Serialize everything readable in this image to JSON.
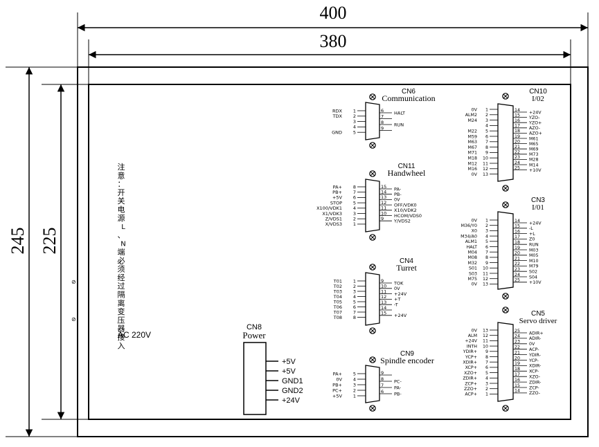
{
  "dimensions": {
    "outer_width": "400",
    "inner_width": "380",
    "outer_height": "245",
    "inner_height": "225"
  },
  "notice": {
    "vertical_text": "注意：开关电源L、N端必须经过隔离变压器接入",
    "voltage": "AC 220V"
  },
  "cn8": {
    "title": "CN8",
    "subtitle": "Power",
    "terminals": [
      "+5V",
      "+5V",
      "GND1",
      "GND2",
      "+24V"
    ]
  },
  "cn6": {
    "title": "CN6",
    "subtitle": "Communication",
    "left": [
      {
        "label": "RDX",
        "num": "1"
      },
      {
        "label": "TDX",
        "num": "2"
      },
      {
        "label": "",
        "num": "3"
      },
      {
        "label": "",
        "num": "4"
      },
      {
        "label": "GND",
        "num": "5"
      }
    ],
    "right": [
      {
        "num": "6",
        "label": "HALT"
      },
      {
        "num": "7",
        "label": ""
      },
      {
        "num": "8",
        "label": "RUN"
      },
      {
        "num": "9",
        "label": ""
      }
    ]
  },
  "cn11": {
    "title": "CN11",
    "subtitle": "Handwheel",
    "left": [
      {
        "label": "PA+",
        "num": "8"
      },
      {
        "label": "PB+",
        "num": "7"
      },
      {
        "label": "+5V",
        "num": "6"
      },
      {
        "label": "STOP",
        "num": "5"
      },
      {
        "label": "X100/VDK1",
        "num": "4"
      },
      {
        "label": "X1/VDK3",
        "num": "3"
      },
      {
        "label": "Z/VDS1",
        "num": "2"
      },
      {
        "label": "X/VDS3",
        "num": "1"
      }
    ],
    "right": [
      {
        "num": "15",
        "label": "PA-"
      },
      {
        "num": "14",
        "label": "PB-"
      },
      {
        "num": "13",
        "label": "0V"
      },
      {
        "num": "12",
        "label": "OFF/VDK0"
      },
      {
        "num": "11",
        "label": "X10/VDK2"
      },
      {
        "num": "10",
        "label": "HCOM/VDS0"
      },
      {
        "num": "9",
        "label": "Y/VDS2"
      }
    ]
  },
  "cn4": {
    "title": "CN4",
    "subtitle": "Turret",
    "left": [
      {
        "label": "T01",
        "num": "1"
      },
      {
        "label": "T02",
        "num": "2"
      },
      {
        "label": "T03",
        "num": "3"
      },
      {
        "label": "T04",
        "num": "4"
      },
      {
        "label": "T05",
        "num": "5"
      },
      {
        "label": "T06",
        "num": "6"
      },
      {
        "label": "T07",
        "num": "7"
      },
      {
        "label": "T08",
        "num": "8"
      }
    ],
    "right": [
      {
        "num": "9",
        "label": "TOK"
      },
      {
        "num": "10",
        "label": "0V"
      },
      {
        "num": "11",
        "label": "+24V"
      },
      {
        "num": "12",
        "label": "+T"
      },
      {
        "num": "13",
        "label": "-T"
      },
      {
        "num": "14",
        "label": ""
      },
      {
        "num": "15",
        "label": "+24V"
      }
    ]
  },
  "cn9": {
    "title": "CN9",
    "subtitle": "Spindle encoder",
    "left": [
      {
        "label": "PA+",
        "num": "5"
      },
      {
        "label": "0V",
        "num": "4"
      },
      {
        "label": "PB+",
        "num": "3"
      },
      {
        "label": "PC+",
        "num": "2"
      },
      {
        "label": "+5V",
        "num": "1"
      }
    ],
    "right": [
      {
        "num": "9",
        "label": ""
      },
      {
        "num": "8",
        "label": "PC-"
      },
      {
        "num": "7",
        "label": "PA-"
      },
      {
        "num": "6",
        "label": "PB-"
      }
    ]
  },
  "cn10": {
    "title": "CN10",
    "subtitle": "I/02",
    "left": [
      {
        "label": "0V",
        "num": "1"
      },
      {
        "label": "ALM2",
        "num": "2"
      },
      {
        "label": "M24",
        "num": "3"
      },
      {
        "label": "",
        "num": "4"
      },
      {
        "label": "M22",
        "num": "5"
      },
      {
        "label": "M59",
        "num": "6"
      },
      {
        "label": "M63",
        "num": "7"
      },
      {
        "label": "M67",
        "num": "8"
      },
      {
        "label": "M71",
        "num": "9"
      },
      {
        "label": "M18",
        "num": "10"
      },
      {
        "label": "M12",
        "num": "11"
      },
      {
        "label": "M16",
        "num": "12"
      },
      {
        "label": "0V",
        "num": "13"
      }
    ],
    "right": [
      {
        "num": "14",
        "label": "+24V"
      },
      {
        "num": "15",
        "label": "YZO-"
      },
      {
        "num": "16",
        "label": "YZO+"
      },
      {
        "num": "17",
        "label": "AZO-"
      },
      {
        "num": "18",
        "label": "AZO+"
      },
      {
        "num": "19",
        "label": "M61"
      },
      {
        "num": "20",
        "label": "M65"
      },
      {
        "num": "21",
        "label": "M69"
      },
      {
        "num": "22",
        "label": "M73"
      },
      {
        "num": "23",
        "label": "M28"
      },
      {
        "num": "24",
        "label": "M14"
      },
      {
        "num": "25",
        "label": "+10V"
      }
    ]
  },
  "cn3": {
    "title": "CN3",
    "subtitle": "I/01",
    "left": [
      {
        "label": "0V",
        "num": "1"
      },
      {
        "label": "M36/Y0",
        "num": "2"
      },
      {
        "label": "X0",
        "num": "3"
      },
      {
        "label": "M34/A0",
        "num": "4"
      },
      {
        "label": "ALM1",
        "num": "5"
      },
      {
        "label": "HALT",
        "num": "6"
      },
      {
        "label": "M04",
        "num": "7"
      },
      {
        "label": "M08",
        "num": "8"
      },
      {
        "label": "M32",
        "num": "9"
      },
      {
        "label": "S01",
        "num": "10"
      },
      {
        "label": "S03",
        "num": "11"
      },
      {
        "label": "M75",
        "num": "12"
      },
      {
        "label": "0V",
        "num": "13"
      }
    ],
    "right": [
      {
        "num": "14",
        "label": "+24V"
      },
      {
        "num": "15",
        "label": "-L"
      },
      {
        "num": "16",
        "label": "+L"
      },
      {
        "num": "17",
        "label": "Z0"
      },
      {
        "num": "18",
        "label": "RUN"
      },
      {
        "num": "19",
        "label": "M03"
      },
      {
        "num": "20",
        "label": "M05"
      },
      {
        "num": "21",
        "label": "M10"
      },
      {
        "num": "22",
        "label": "M79"
      },
      {
        "num": "23",
        "label": "S02"
      },
      {
        "num": "24",
        "label": "S04"
      },
      {
        "num": "25",
        "label": "+10V"
      }
    ]
  },
  "cn5": {
    "title": "CN5",
    "subtitle": "Servo driver",
    "left": [
      {
        "label": "0V",
        "num": "13"
      },
      {
        "label": "ALM",
        "num": "12"
      },
      {
        "label": "+24V",
        "num": "11"
      },
      {
        "label": "INTH",
        "num": "10"
      },
      {
        "label": "YDIR+",
        "num": "9"
      },
      {
        "label": "YCP+",
        "num": "8"
      },
      {
        "label": "XDIR+",
        "num": "7"
      },
      {
        "label": "XCP+",
        "num": "6"
      },
      {
        "label": "XZO+",
        "num": "5"
      },
      {
        "label": "ZDIR+",
        "num": "4"
      },
      {
        "label": "ZCP+",
        "num": "3"
      },
      {
        "label": "ZZO+",
        "num": "2"
      },
      {
        "label": "ACP+",
        "num": "1"
      }
    ],
    "right": [
      {
        "num": "25",
        "label": "ADIR+"
      },
      {
        "num": "24",
        "label": "ADIR-"
      },
      {
        "num": "23",
        "label": "0V"
      },
      {
        "num": "22",
        "label": "ACP-"
      },
      {
        "num": "21",
        "label": "YDIR-"
      },
      {
        "num": "20",
        "label": "YCP-"
      },
      {
        "num": "19",
        "label": "XDIR-"
      },
      {
        "num": "18",
        "label": "XCP-"
      },
      {
        "num": "17",
        "label": "XZO-"
      },
      {
        "num": "16",
        "label": "ZDIR-"
      },
      {
        "num": "15",
        "label": "ZCP-"
      },
      {
        "num": "14",
        "label": "ZZO-"
      }
    ]
  }
}
